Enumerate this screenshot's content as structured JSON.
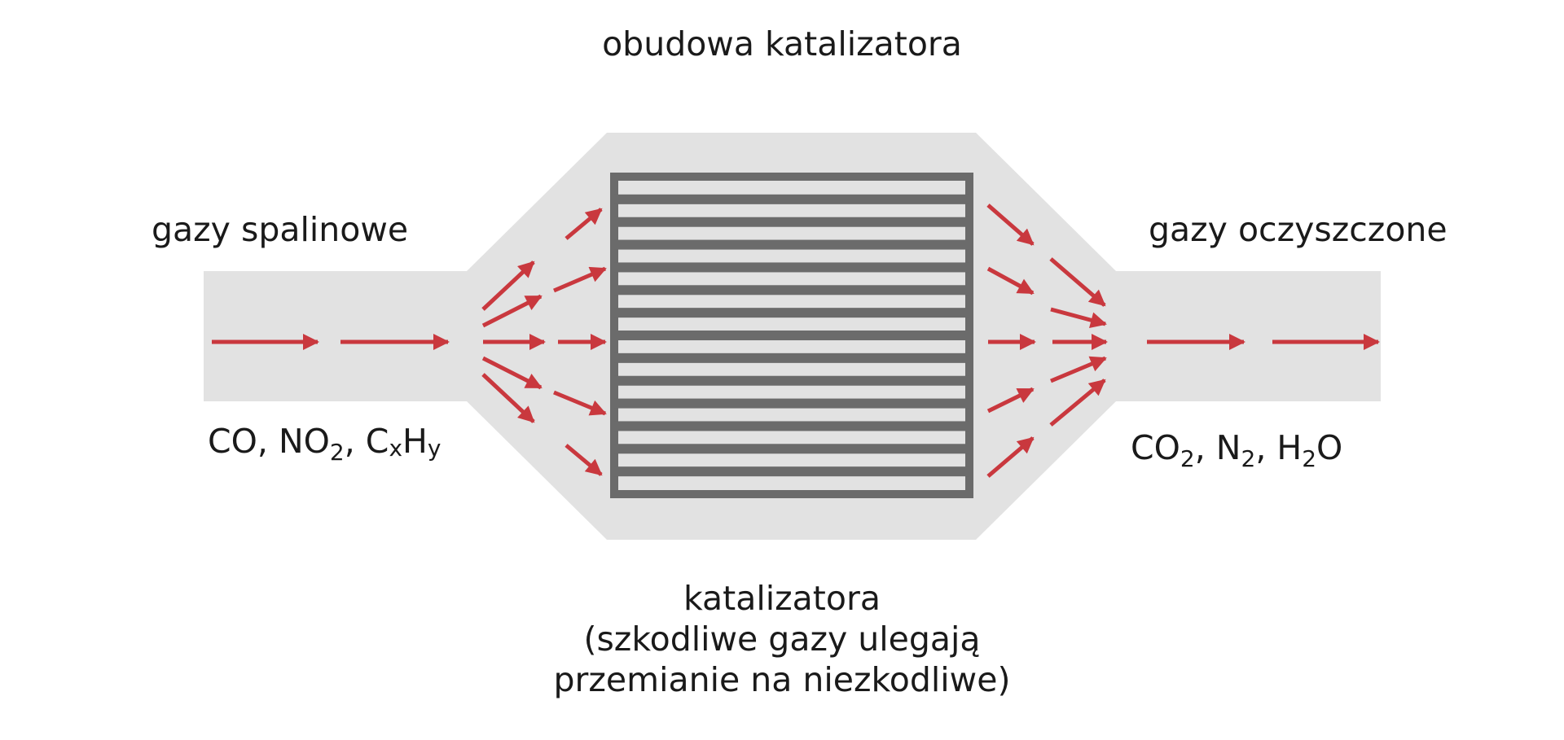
{
  "labels": {
    "housing": "obudowa katalizatora",
    "inlet_gases": "gazy spalinowe",
    "outlet_gases": "gazy oczyszczone",
    "catalyst_caption": [
      "katalizatora",
      "(szkodliwe gazy ulegają",
      "przemianie na niezkodliwe)"
    ]
  },
  "inlet_formula": {
    "co": "CO, NO",
    "no2_sub": "2",
    "sep": ", C",
    "x_sub": "x",
    "h": "H",
    "y_sub": "y"
  },
  "outlet_formula": {
    "co2": "CO",
    "co2_sub": "2",
    "n2": ", N",
    "n2_sub": "2",
    "h2o": ", H",
    "h2o_sub": "2",
    "o": "O"
  },
  "colors": {
    "housing_fill": "#e2e2e2",
    "catalyst_frame": "#6b6b6b",
    "arrow": "#c9383e",
    "text": "#1a1a1a"
  }
}
